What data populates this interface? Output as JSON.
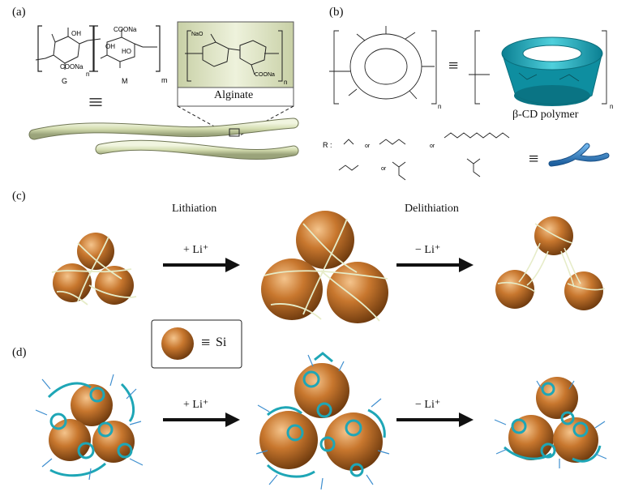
{
  "panels": {
    "a": {
      "label": "(a)",
      "alginate_label": "Alginate",
      "equiv": "|||",
      "g_label": "G",
      "m_label": "M",
      "subs": {
        "n": "n",
        "m": "m",
        "n2": "n"
      },
      "chem": {
        "coona": "COONa",
        "oh": "OH",
        "ho": "HO",
        "h": "H",
        "o": "O",
        "naooc": "NaO"
      }
    },
    "b": {
      "label": "(b)",
      "polymer_label": "β-CD polymer",
      "equiv": "≡",
      "r_label": "R :",
      "or": "or",
      "sub_n": "n"
    },
    "c": {
      "label": "(c)",
      "lithiation": "Lithiation",
      "delithiation": "Delithiation",
      "arrow1": "+ Li⁺",
      "arrow2": "− Li⁺"
    },
    "d": {
      "label": "(d)",
      "arrow1": "+ Li⁺",
      "arrow2": "− Li⁺"
    },
    "legend": {
      "equiv": "≡",
      "si": "Si"
    },
    "colors": {
      "sphere": "#c8772e",
      "sphere_dark": "#7a4010",
      "fiber": "#dfe6c4",
      "cyan": "#1ea6b6",
      "alginate_box": "#d9e0bf"
    }
  }
}
